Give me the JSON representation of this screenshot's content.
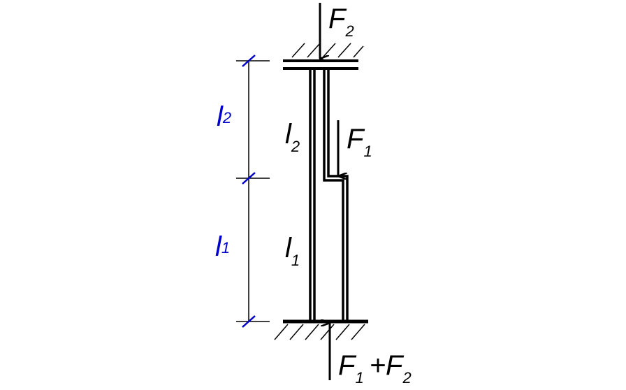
{
  "forces": {
    "f2": {
      "main": "F",
      "sub": "2"
    },
    "f1": {
      "main": "F",
      "sub": "1"
    },
    "reaction": {
      "main1": "F",
      "sub1": "1",
      "plus": "+",
      "main2": "F",
      "sub2": "2"
    }
  },
  "segments": {
    "upper": {
      "main": "l",
      "sub": "2"
    },
    "lower": {
      "main": "l",
      "sub": "1"
    }
  },
  "dimensions": {
    "upper": {
      "main": "l",
      "sub": "2"
    },
    "lower": {
      "main": "l",
      "sub": "1"
    }
  },
  "colors": {
    "structure": "#000000",
    "dimension_labels": "#0000cc",
    "dimension_ticks": "#0000cc"
  }
}
